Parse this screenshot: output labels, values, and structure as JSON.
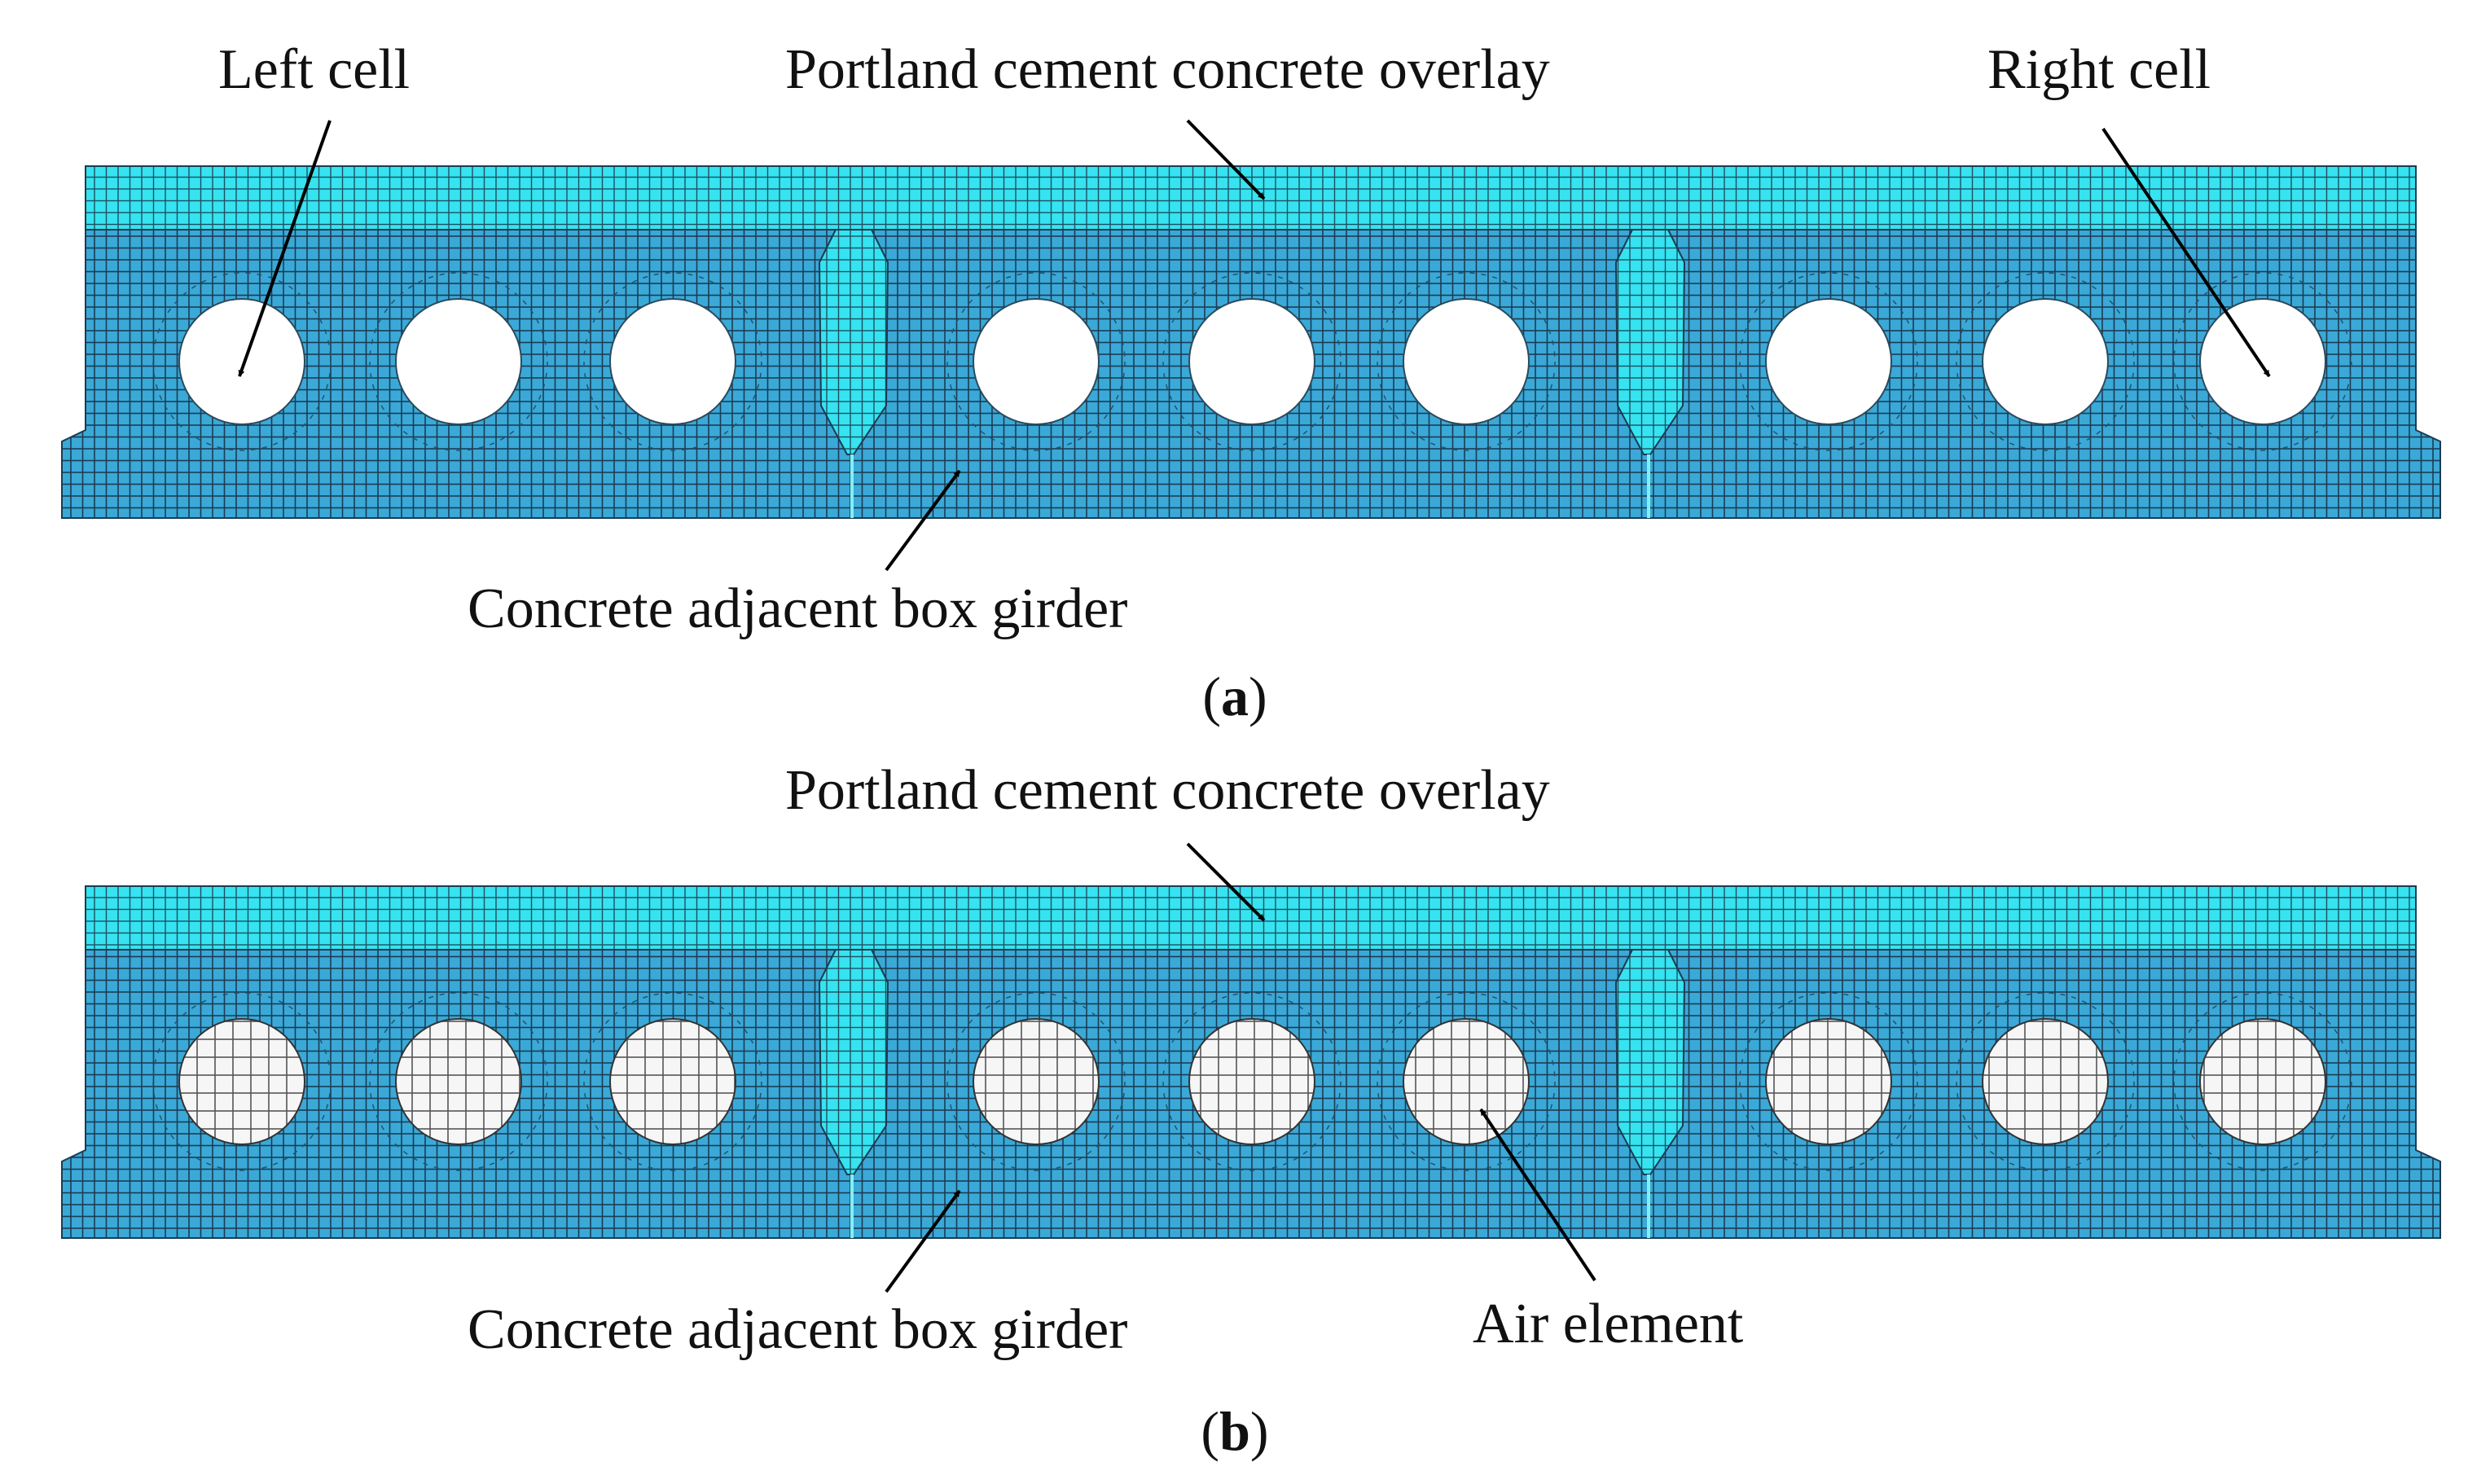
{
  "colors": {
    "girder": "#3aa9d8",
    "overlay": "#35e4f0",
    "joint": "#35e4f0",
    "mesh_line": "#1b3b52",
    "cell_void": "#ffffff",
    "air_fill": "#f6f6f6",
    "air_mesh": "#555555",
    "arrow": "#000000"
  },
  "panels": [
    {
      "id": "a",
      "label_open": "(",
      "label_letter": "a",
      "label_close": ")",
      "cells_filled": false,
      "annotations": {
        "left_cell": "Left cell",
        "overlay": "Portland cement concrete overlay",
        "right_cell": "Right cell",
        "girder": "Concrete adjacent box girder"
      }
    },
    {
      "id": "b",
      "label_open": "(",
      "label_letter": "b",
      "label_close": ")",
      "cells_filled": true,
      "annotations": {
        "overlay": "Portland cement concrete overlay",
        "girder": "Concrete adjacent box girder",
        "air": "Air element"
      }
    }
  ]
}
